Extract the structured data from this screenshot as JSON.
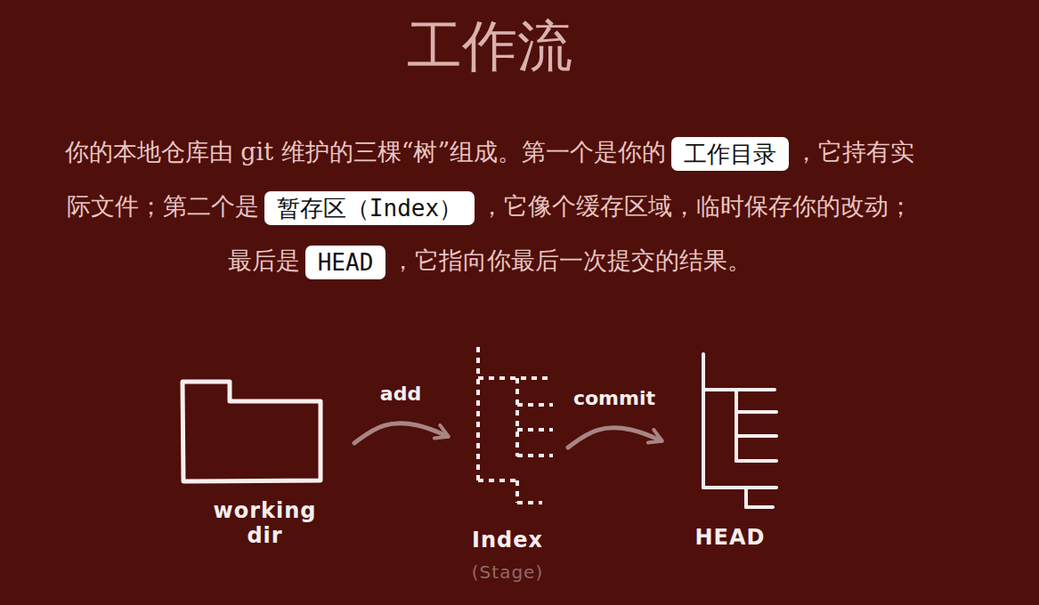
{
  "diagram": {
    "title": "工作流",
    "nodes": [
      {
        "text": [
          "工作目录"
        ]
      },
      {
        "text": [
          "暂存区（Index）"
        ]
      },
      {
        "text": [
          "HEAD"
        ]
      },
      {
        "text": [
          "working dir"
        ]
      },
      {
        "text": [
          "Index",
          "(Stage)"
        ]
      },
      {
        "text": [
          "HEAD"
        ]
      }
    ],
    "edges": [
      {
        "from": 3,
        "to": 4,
        "label": "add",
        "arrow": "to"
      },
      {
        "from": 4,
        "to": 5,
        "label": "commit",
        "arrow": "to"
      }
    ],
    "labels": [
      "你的本地仓库由 git 维护的三棵“树”组成。第一个是你的",
      "，它持有实际文件；第二个是",
      "，它像个缓存区域，临时保存你的改动；最后是",
      "，它指向你最后一次提交的结果。"
    ]
  }
}
